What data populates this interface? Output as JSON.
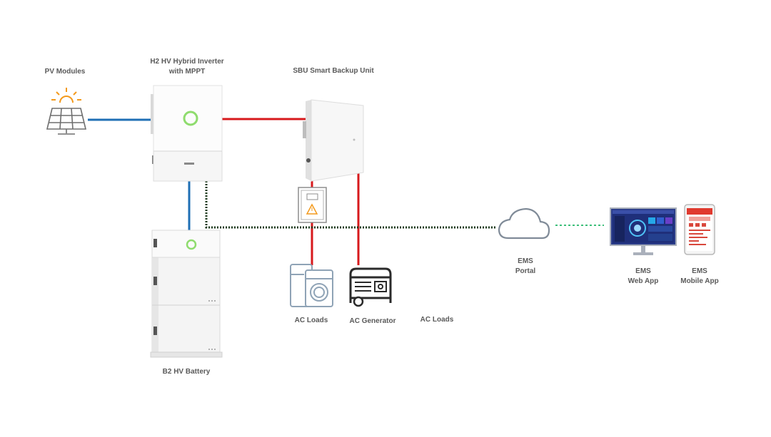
{
  "labels": {
    "pv_modules": "PV Modules",
    "inverter_line1": "H2 HV Hybrid Inverter",
    "inverter_line2": "with MPPT",
    "sbu": "SBU Smart Backup Unit",
    "battery": "B2 HV Battery",
    "ac_loads_left": "AC Loads",
    "ac_generator": "AC Generator",
    "ac_loads_right": "AC Loads",
    "ems_portal_line1": "EMS",
    "ems_portal_line2": "Portal",
    "ems_web_line1": "EMS",
    "ems_web_line2": "Web App",
    "ems_mobile_line1": "EMS",
    "ems_mobile_line2": "Mobile App"
  },
  "colors": {
    "dc_line": "#1f6fb5",
    "ac_line": "#d7191c",
    "comm_line": "#1d3a1d",
    "cloud_link": "#3dbf7a",
    "sun": "#f39a1d",
    "icon_gray": "#6e6e6e",
    "accent_green": "#8fdc6e"
  },
  "icons": {
    "pv": "solar-panel-icon",
    "cloud": "cloud-icon",
    "web": "monitor-icon",
    "mobile": "smartphone-icon",
    "loads": "washing-machine-icon",
    "generator": "generator-icon"
  }
}
